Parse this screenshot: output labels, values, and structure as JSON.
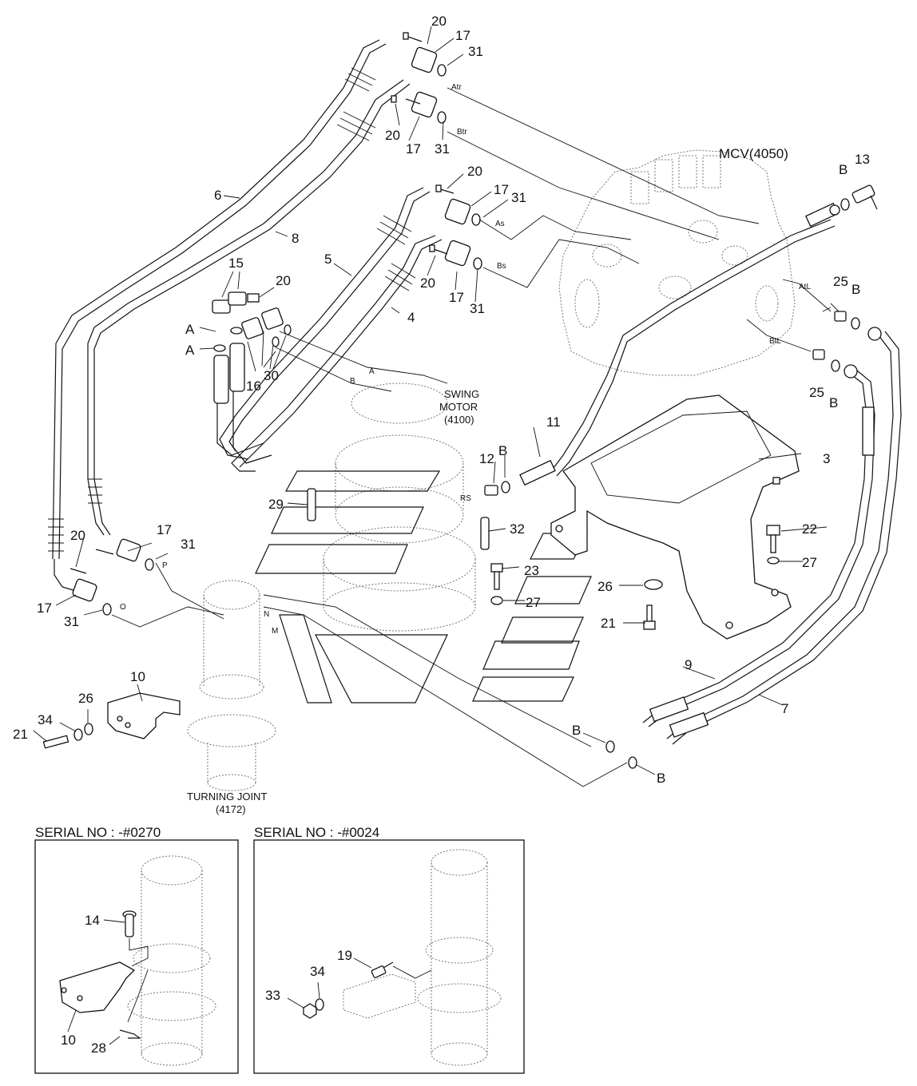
{
  "callouts": {
    "n20a": "20",
    "n17a": "17",
    "n31a": "31",
    "atr": "Atr",
    "n20b": "20",
    "n17b": "17",
    "n31b": "31",
    "btr": "Btr",
    "mcv": "MCV(4050)",
    "n13": "13",
    "b1": "B",
    "n6": "6",
    "n8": "8",
    "n20c": "20",
    "n17c": "17",
    "n31c": "31",
    "as": "As",
    "n20d": "20",
    "n17d": "17",
    "n31d": "31",
    "bs": "Bs",
    "n5": "5",
    "n4": "4",
    "n15": "15",
    "n20e": "20",
    "a1": "A",
    "a2": "A",
    "n16": "16",
    "n30": "30",
    "portA": "A",
    "portB": "B",
    "swing1": "SWING",
    "swing2": "MOTOR",
    "swing3": "(4100)",
    "atl": "AtL",
    "btl": "BtL",
    "n25a": "25",
    "b2": "B",
    "n25b": "25",
    "b3": "B",
    "n11": "11",
    "n12": "12",
    "b4": "B",
    "rs": "RS",
    "n3": "3",
    "n29": "29",
    "n32": "32",
    "n22": "22",
    "n27a": "27",
    "n23": "23",
    "n27b": "27",
    "n26a": "26",
    "n21a": "21",
    "n20f": "20",
    "n17e": "17",
    "n31e": "31",
    "p": "P",
    "n17f": "17",
    "n31f": "31",
    "o": "O",
    "n": "N",
    "m": "M",
    "n10a": "10",
    "n26b": "26",
    "n34a": "34",
    "n21b": "21",
    "n9": "9",
    "n7": "7",
    "b5": "B",
    "b6": "B",
    "tj1": "TURNING JOINT",
    "tj2": "(4172)"
  },
  "insets": {
    "left_title": "SERIAL NO : -#0270",
    "right_title": "SERIAL NO : -#0024",
    "n14": "14",
    "n10b": "10",
    "n28": "28",
    "n19": "19",
    "n34b": "34",
    "n33": "33"
  }
}
